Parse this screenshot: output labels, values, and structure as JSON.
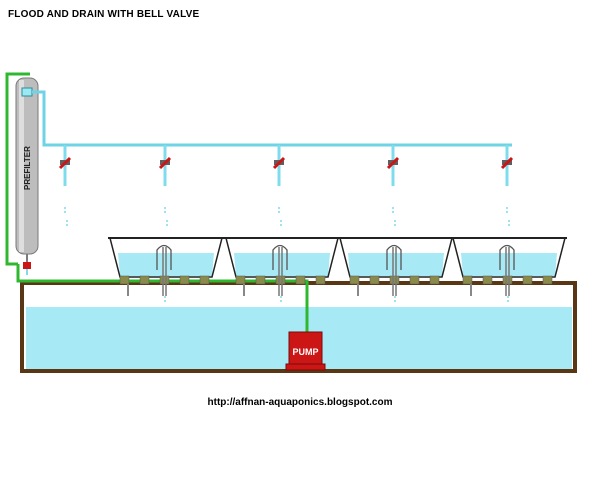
{
  "title": "FLOOD AND DRAIN WITH BELL VALVE",
  "prefilter_label": "PREFILTER",
  "pump_label": "PUMP",
  "url": "http://affnan-aquaponics.blogspot.com",
  "grow_bed_count": 4,
  "inlet_valve_count": 5,
  "colors": {
    "water": "#a7e9f5",
    "water_dark": "#7fdcef",
    "sump_wall": "#5a3714",
    "pipe_blue": "#7fdcec",
    "pipe_green": "#33c433",
    "pump_body": "#cc1515",
    "valve_red": "#cc1515",
    "prefilter_body": "#bdbdbd",
    "bed_leg": "#8a8a4a"
  }
}
